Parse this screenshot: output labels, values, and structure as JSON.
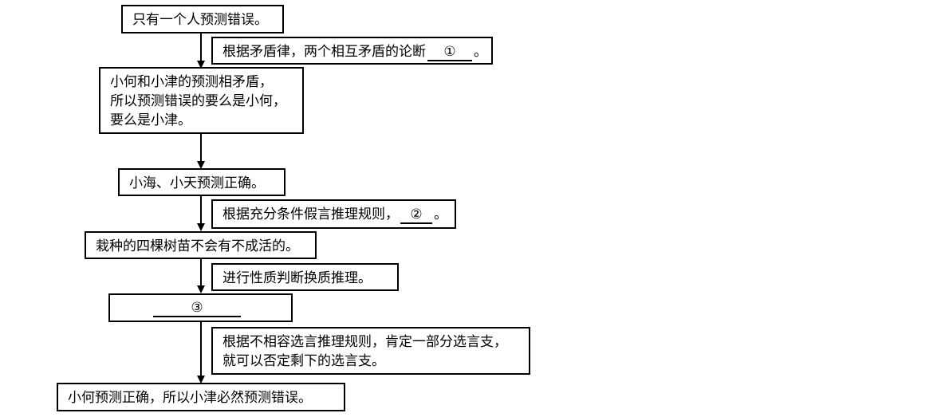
{
  "flow": {
    "box1": "只有一个人预测错误。",
    "note1_prefix": "根据矛盾律，两个相互矛盾的论断",
    "note1_blank": "①",
    "note1_suffix": "。",
    "box2_lines": [
      "小何和小津的预测相矛盾，",
      "所以预测错误的要么是小何，",
      "要么是小津。"
    ],
    "box3": "小海、小天预测正确。",
    "note2_prefix": "根据充分条件假言推理规则，",
    "note2_blank": "②",
    "note2_suffix": "。",
    "box4": "栽种的四棵树苗不会有不成活的。",
    "note3": "进行性质判断换质推理。",
    "box5_blank": "③",
    "note4_lines": [
      "根据不相容选言推理规则，肯定一部分选言支，",
      "就可以否定剩下的选言支。"
    ],
    "box6": "小何预测正确，所以小津必然预测错误。"
  }
}
